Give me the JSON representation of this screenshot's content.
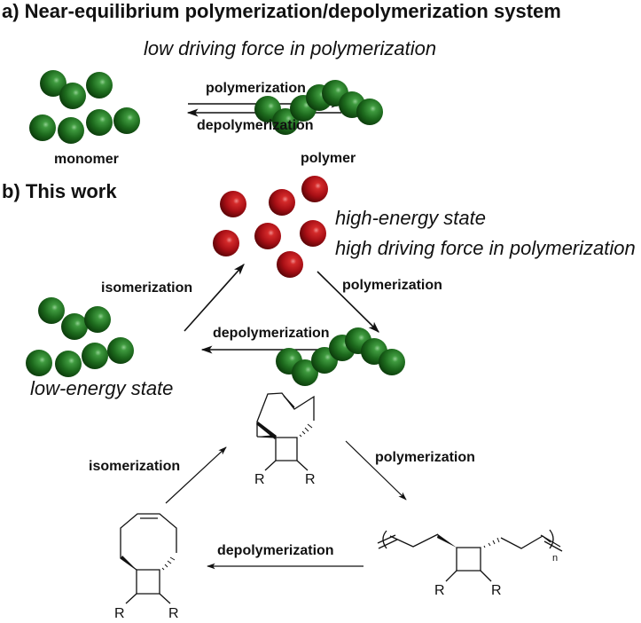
{
  "panel_a": {
    "heading": "a) Near-equilibrium polymerization/depolymerization system",
    "subtitle": "low driving force in polymerization",
    "forward_label": "polymerization",
    "reverse_label": "depolymerization",
    "monomer_label": "monomer",
    "polymer_label": "polymer"
  },
  "panel_b": {
    "heading": "b) This work",
    "high_energy_label": "high-energy state",
    "high_driving_label": "high driving force in polymerization",
    "low_energy_label": "low-energy state",
    "isomerization_label": "isomerization",
    "polymerization_label": "polymerization",
    "depolymerization_label": "depolymerization"
  },
  "chemistry": {
    "isomerization_label": "isomerization",
    "polymerization_label": "polymerization",
    "depolymerization_label": "depolymerization",
    "substituent": "R",
    "repeat_subscript": "n"
  },
  "colors": {
    "monomer_green": "#1f6b1f",
    "high_energy_red": "#b3121a",
    "text": "#111111"
  }
}
